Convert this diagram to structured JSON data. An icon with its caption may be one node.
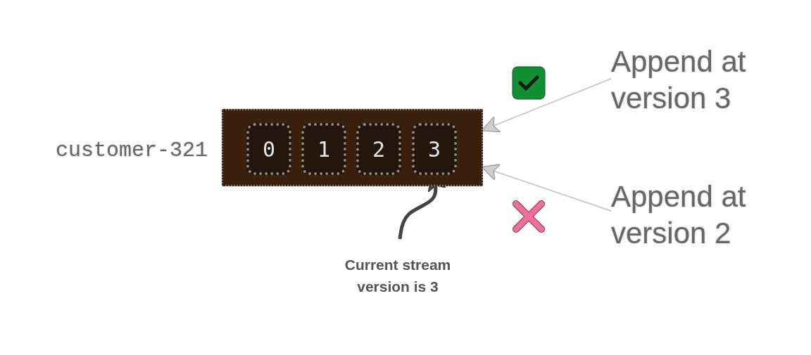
{
  "diagram": {
    "nodes": [
      {
        "text": [],
        "shape": "box",
        "beside": [
          "customer-321"
        ]
      },
      {
        "text": [
          "0"
        ],
        "in": 0
      },
      {
        "text": [
          "1"
        ],
        "in": 0
      },
      {
        "text": [
          "2"
        ],
        "in": 0
      },
      {
        "text": [
          "3"
        ],
        "in": 0
      },
      {
        "text": [
          "Append at version 3"
        ]
      },
      {
        "text": [
          "Append at version 2"
        ]
      },
      {
        "text": [
          "Current stream version is 3"
        ]
      }
    ],
    "edges": [
      {
        "from": 5,
        "to": 0,
        "arrow": "to"
      },
      {
        "from": 6,
        "to": 0,
        "arrow": "to"
      },
      {
        "from": 7,
        "to": 4,
        "arrow": "to",
        "style": "thick",
        "color": "#444444"
      }
    ]
  }
}
